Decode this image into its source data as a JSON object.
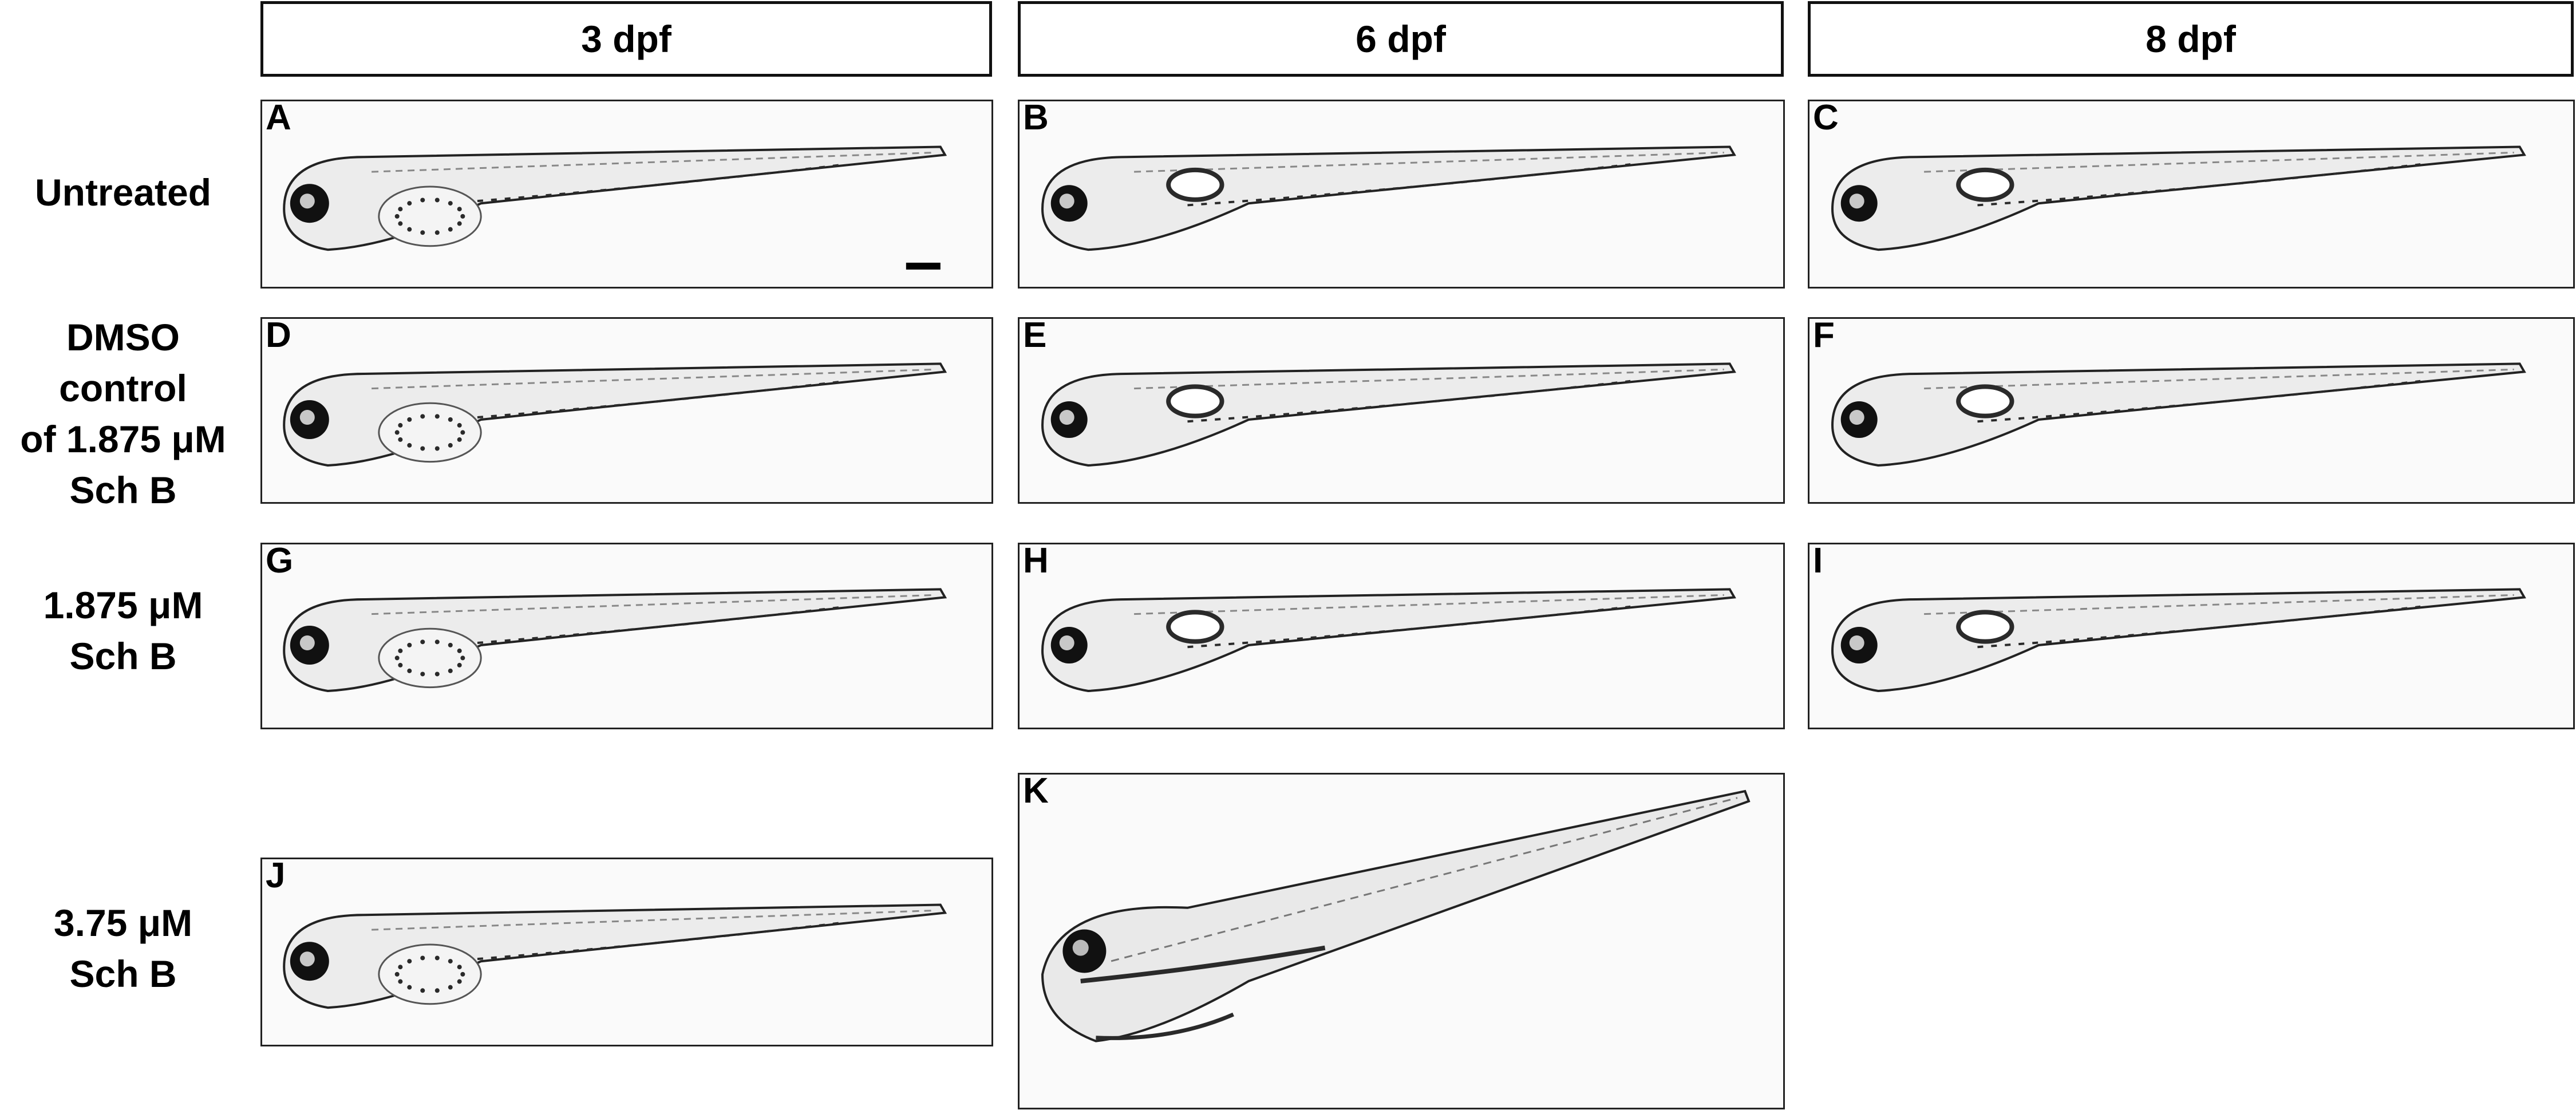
{
  "columns": [
    "3 dpf",
    "6 dpf",
    "8 dpf"
  ],
  "rows": [
    "Untreated",
    "DMSO\ncontrol\nof 1.875 μM\nSch B",
    "1.875 μM\nSch B",
    "3.75 μM\nSch B"
  ],
  "panels": [
    {
      "letter": "A",
      "stage": "3 dpf"
    },
    {
      "letter": "B",
      "stage": "6 dpf"
    },
    {
      "letter": "C",
      "stage": "8 dpf"
    },
    {
      "letter": "D",
      "stage": "3 dpf"
    },
    {
      "letter": "E",
      "stage": "6 dpf"
    },
    {
      "letter": "F",
      "stage": "8 dpf"
    },
    {
      "letter": "G",
      "stage": "3 dpf"
    },
    {
      "letter": "H",
      "stage": "6 dpf"
    },
    {
      "letter": "I",
      "stage": "8 dpf"
    },
    {
      "letter": "J",
      "stage": "3 dpf"
    },
    {
      "letter": "K",
      "stage": "6 dpf"
    }
  ],
  "colors": {
    "outline": "#222222",
    "panel_bg": "#fafafa",
    "eye": "#111111",
    "pigment": "#2a2a2a"
  }
}
